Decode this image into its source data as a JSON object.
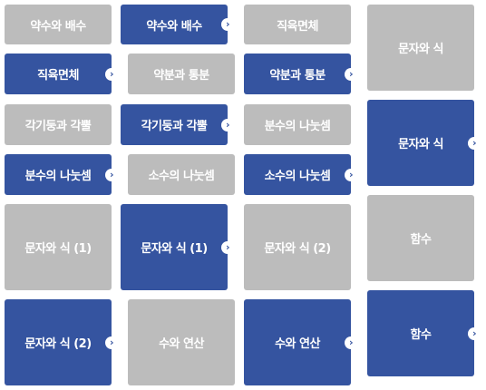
{
  "colors": {
    "inactive": "#bcbcbc",
    "active": "#3554a0",
    "text": "#ffffff"
  },
  "tiles": [
    {
      "label": "약수와 배수",
      "state": "inactive"
    },
    {
      "label": "약수와 배수",
      "state": "active"
    },
    {
      "label": "직육면체",
      "state": "inactive"
    },
    {
      "label": "문자와 식",
      "state": "inactive"
    },
    {
      "label": "직육면체",
      "state": "active"
    },
    {
      "label": "약분과 통분",
      "state": "inactive"
    },
    {
      "label": "약분과 통분",
      "state": "active"
    },
    {
      "label": "각기둥과 각뿔",
      "state": "inactive"
    },
    {
      "label": "각기둥과 각뿔",
      "state": "active"
    },
    {
      "label": "분수의 나눗셈",
      "state": "inactive"
    },
    {
      "label": "문자와 식",
      "state": "active"
    },
    {
      "label": "분수의 나눗셈",
      "state": "active"
    },
    {
      "label": "소수의 나눗셈",
      "state": "inactive"
    },
    {
      "label": "소수의 나눗셈",
      "state": "active"
    },
    {
      "label": "문자와 식 (1)",
      "state": "inactive"
    },
    {
      "label": "문자와 식 (1)",
      "state": "active"
    },
    {
      "label": "문자와 식 (2)",
      "state": "inactive"
    },
    {
      "label": "함수",
      "state": "inactive"
    },
    {
      "label": "문자와 식 (2)",
      "state": "active"
    },
    {
      "label": "수와 연산",
      "state": "inactive"
    },
    {
      "label": "수와 연산",
      "state": "active"
    },
    {
      "label": "함수",
      "state": "active"
    }
  ]
}
